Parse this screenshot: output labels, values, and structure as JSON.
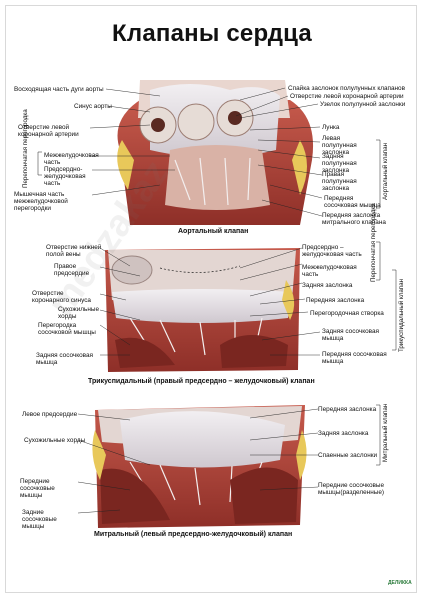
{
  "title": "Клапаны сердца",
  "panels": {
    "aortic": {
      "caption": "Аортальный клапан",
      "left_labels": [
        "Восходящая часть дуги аорты",
        "Синус аорты",
        "Отверстие левой коронарной артерии",
        "Межжелудочковая часть",
        "Предсердно-желудочковая часть",
        "Мышечная часть межжелудочковой перегородки"
      ],
      "left_vertical": "Перепончатая перегородка",
      "right_labels": [
        "Спайка заслонок полулунных клапанов",
        "Отверстие левой коронарной артерии",
        "Узелок полулунной заслонки",
        "Лунка",
        "Левая полулунная заслонка",
        "Задняя полулунная заслонка",
        "Правая полулунная заслонка",
        "Передняя сосочковая мышца",
        "Передняя заслонка митрального клапана"
      ],
      "right_vertical": "Аортальный клапан"
    },
    "tricuspid": {
      "caption": "Трикуспидальный (правый предсердно – желудочковый) клапан",
      "left_labels": [
        "Отверстие нижней полой вены",
        "Правое предсердие",
        "Отверстие коронарного синуса",
        "Сухожильные хорды",
        "Перегородка сосочковой мышцы",
        "Задняя сосочковая мышца"
      ],
      "right_labels": [
        "Предсердно – желудочковая часть",
        "Межжелудочковая часть",
        "Задняя заслонка",
        "Передняя заслонка",
        "Перегородочная створка",
        "Задняя сосочковая мышца",
        "Передняя сосочковая мышца"
      ],
      "right_vertical_1": "Перепончатая перегородка",
      "right_vertical_2": "Трикуспидальный клапан"
    },
    "mitral": {
      "caption": "Митральный (левый предсердно-желудочковый) клапан",
      "left_labels": [
        "Левое предсердие",
        "Сухожильные хорды",
        "Передние сосочковые мышцы",
        "Задние сосочковые мышцы"
      ],
      "right_labels": [
        "Передняя заслонка",
        "Задняя заслонка",
        "Спаенные заслонки",
        "Передние сосочковые мышцы(разделенные)"
      ],
      "right_vertical": "Митральный клапан"
    }
  },
  "watermark": "medzakaz",
  "logo": "ДЕЛИККА",
  "colors": {
    "muscle": "#b8463c",
    "muscle_dark": "#8a2b25",
    "valve": "#e9e6ea",
    "fat": "#e8c85a",
    "background": "#ffffff"
  }
}
